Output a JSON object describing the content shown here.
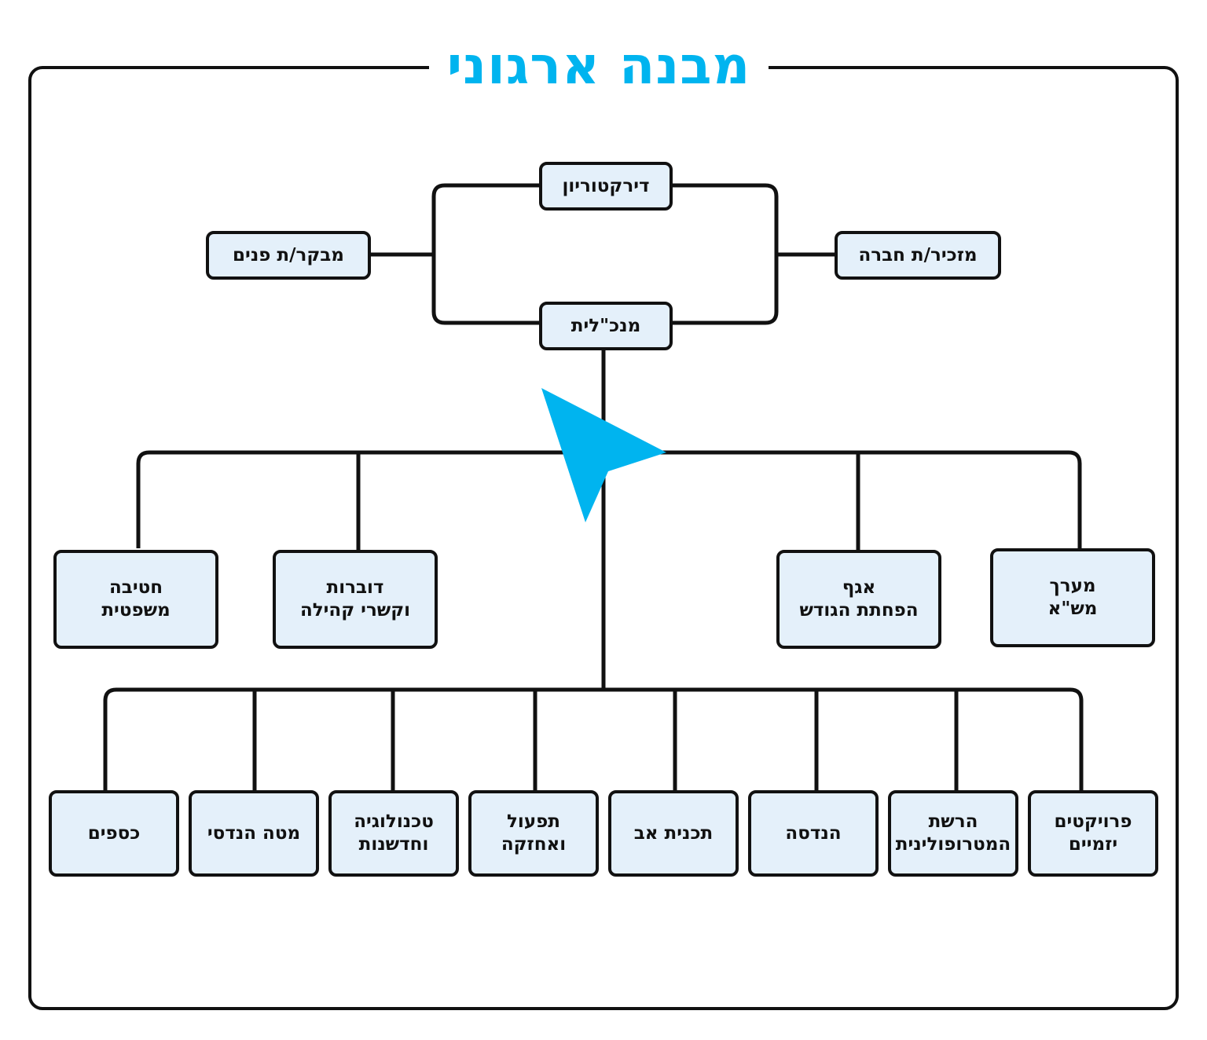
{
  "title": "מבנה ארגוני",
  "colors": {
    "accent": "#00b4ef",
    "box_fill": "#e4f0fa",
    "stroke": "#111111"
  },
  "cursor_icon": "arrow-pointer-icon",
  "top": {
    "board": "דירקטוריון",
    "ceo": "מנכ\"לית",
    "auditor": "מבקר/ת פנים",
    "secretary": "מזכיר/ת חברה"
  },
  "middle": [
    {
      "key": "legal",
      "lines": [
        "חטיבה",
        "משפטית"
      ]
    },
    {
      "key": "pr",
      "lines": [
        "דוברות",
        "וקשרי קהילה"
      ]
    },
    {
      "key": "flood",
      "lines": [
        "אגף",
        "הפחתת הגודש"
      ]
    },
    {
      "key": "mashaa",
      "lines": [
        "מערך",
        "מש\"א"
      ]
    }
  ],
  "bottom": [
    {
      "key": "finance",
      "lines": [
        "כספים"
      ]
    },
    {
      "key": "eng-staff",
      "lines": [
        "מטה הנדסי"
      ]
    },
    {
      "key": "tech",
      "lines": [
        "טכנולוגיה",
        "וחדשנות"
      ]
    },
    {
      "key": "ops",
      "lines": [
        "תפעול",
        "ואחזקה"
      ]
    },
    {
      "key": "master-plan",
      "lines": [
        "תכנית אב"
      ]
    },
    {
      "key": "engineering",
      "lines": [
        "הנדסה"
      ]
    },
    {
      "key": "metro",
      "lines": [
        "הרשת",
        "המטרופולינית"
      ]
    },
    {
      "key": "projects",
      "lines": [
        "פרויקטים",
        "יזמיים"
      ]
    }
  ]
}
